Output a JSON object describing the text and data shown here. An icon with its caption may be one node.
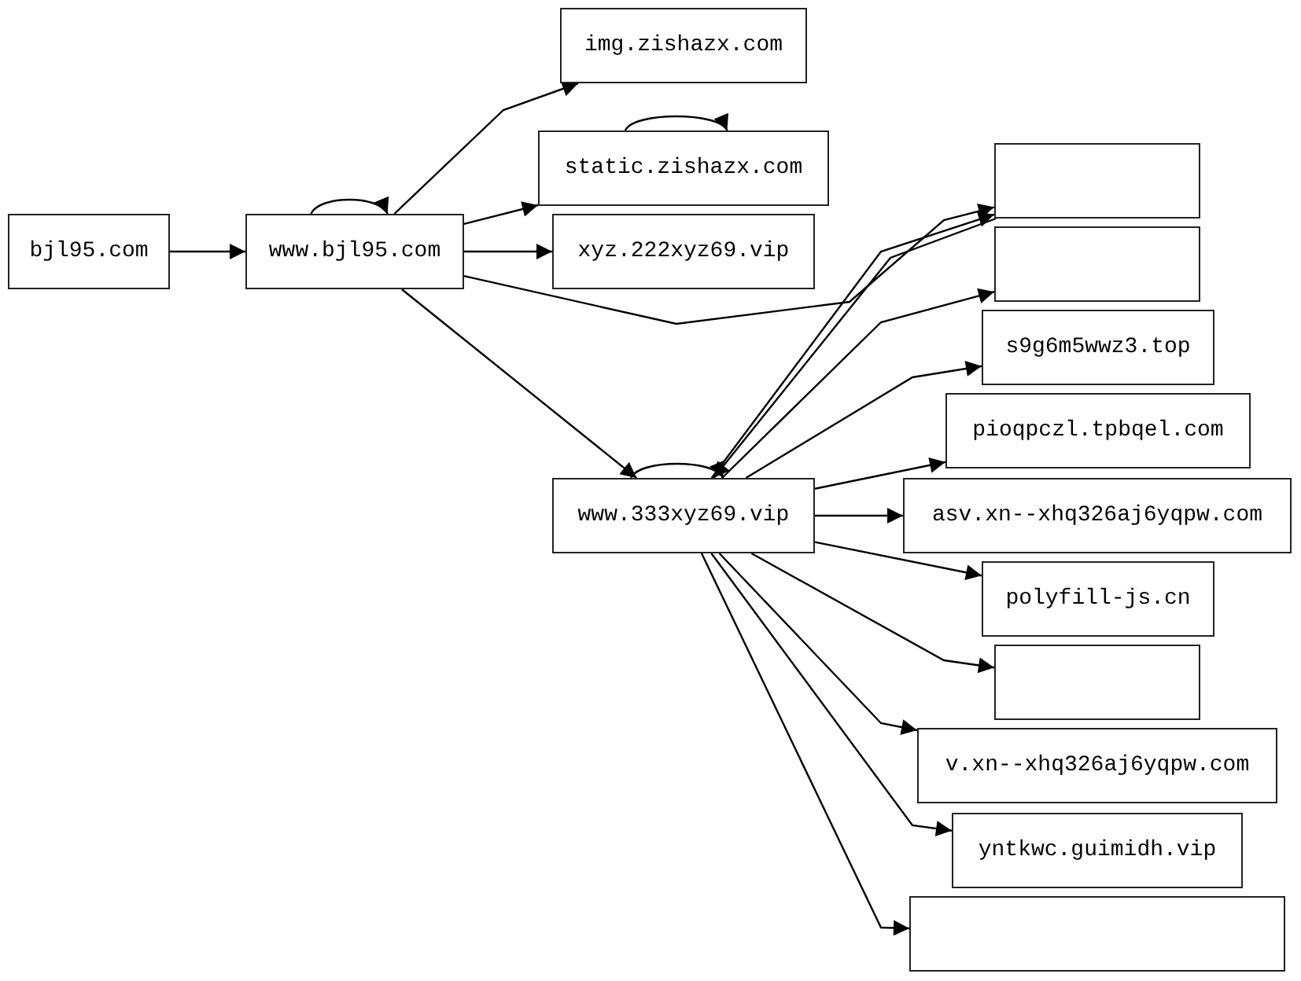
{
  "diagram": {
    "nodes": [
      {
        "text": [
          "bjl95.com"
        ]
      },
      {
        "text": [
          "www.bjl95.com"
        ]
      },
      {
        "text": [
          "img.zishazx.com"
        ]
      },
      {
        "text": [
          "static.zishazx.com"
        ]
      },
      {
        "text": [
          "xyz.222xyz69.vip"
        ]
      },
      {
        "text": [],
        "shape": "box"
      },
      {
        "text": [],
        "shape": "box"
      },
      {
        "text": [
          "s9g6m5wwz3.top"
        ]
      },
      {
        "text": [
          "pioqpczl.tpbqel.com"
        ]
      },
      {
        "text": [
          "www.333xyz69.vip"
        ]
      },
      {
        "text": [
          "asv.xn--xhq326aj6yqpw.com"
        ]
      },
      {
        "text": [
          "polyfill-js.cn"
        ]
      },
      {
        "text": [],
        "shape": "box"
      },
      {
        "text": [
          "v.xn--xhq326aj6yqpw.com"
        ]
      },
      {
        "text": [
          "yntkwc.guimidh.vip"
        ]
      },
      {
        "text": [],
        "shape": "box"
      }
    ],
    "edges": [
      {
        "from": 0,
        "to": 1,
        "arrow": "to"
      },
      {
        "from": 1,
        "to": 1,
        "arrow": "to"
      },
      {
        "from": 1,
        "to": 2,
        "arrow": "to"
      },
      {
        "from": 1,
        "to": 3,
        "arrow": "to"
      },
      {
        "from": 3,
        "to": 3,
        "arrow": "to"
      },
      {
        "from": 1,
        "to": 4,
        "arrow": "to"
      },
      {
        "from": 1,
        "to": 5,
        "arrow": "to"
      },
      {
        "from": 1,
        "to": 9,
        "arrow": "to"
      },
      {
        "from": 9,
        "to": 9,
        "arrow": "to"
      },
      {
        "from": 9,
        "to": 5,
        "arrow": "to"
      },
      {
        "from": 5,
        "to": 9,
        "arrow": "to"
      },
      {
        "from": 9,
        "to": 6,
        "arrow": "to"
      },
      {
        "from": 9,
        "to": 7,
        "arrow": "to"
      },
      {
        "from": 9,
        "to": 8,
        "arrow": "to"
      },
      {
        "from": 9,
        "to": 10,
        "arrow": "to"
      },
      {
        "from": 9,
        "to": 11,
        "arrow": "to"
      },
      {
        "from": 9,
        "to": 12,
        "arrow": "to"
      },
      {
        "from": 9,
        "to": 13,
        "arrow": "to"
      },
      {
        "from": 9,
        "to": 14,
        "arrow": "to"
      },
      {
        "from": 9,
        "to": 15,
        "arrow": "to"
      }
    ]
  }
}
